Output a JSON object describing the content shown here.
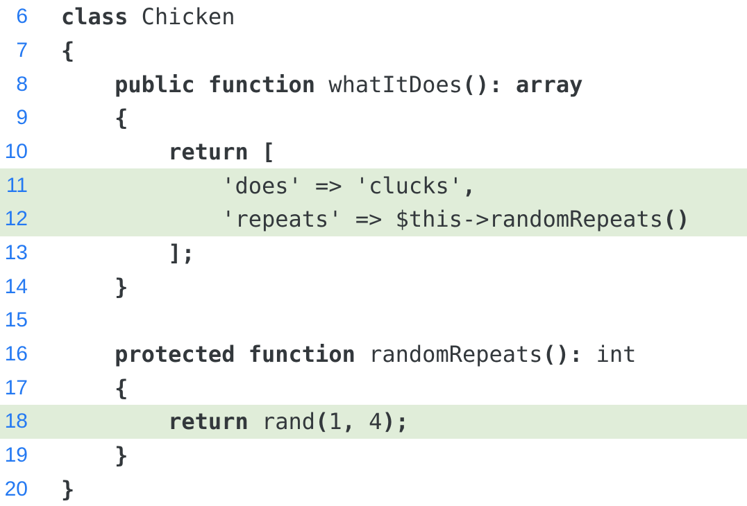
{
  "page": {
    "background": "#ffffff"
  },
  "colors": {
    "line_number": "#2479f2",
    "code_text": "#33383c",
    "highlight_bg": "#e0edd9"
  },
  "code": {
    "language": "php",
    "first_line_number": 6,
    "last_line_number": 20,
    "highlighted_line_numbers": [
      11,
      12,
      18
    ],
    "lines": [
      {
        "num": "6",
        "hl": false,
        "tokens": [
          {
            "t": "class",
            "b": true
          },
          {
            "t": " Chicken",
            "b": false
          }
        ]
      },
      {
        "num": "7",
        "hl": false,
        "tokens": [
          {
            "t": "{",
            "b": true
          }
        ]
      },
      {
        "num": "8",
        "hl": false,
        "tokens": [
          {
            "t": "    ",
            "b": false
          },
          {
            "t": "public function",
            "b": true
          },
          {
            "t": " whatItDoes",
            "b": false
          },
          {
            "t": "():",
            "b": true
          },
          {
            "t": " ",
            "b": false
          },
          {
            "t": "array",
            "b": true
          }
        ]
      },
      {
        "num": "9",
        "hl": false,
        "tokens": [
          {
            "t": "    ",
            "b": false
          },
          {
            "t": "{",
            "b": true
          }
        ]
      },
      {
        "num": "10",
        "hl": false,
        "tokens": [
          {
            "t": "        ",
            "b": false
          },
          {
            "t": "return",
            "b": true
          },
          {
            "t": " ",
            "b": false
          },
          {
            "t": "[",
            "b": true
          }
        ]
      },
      {
        "num": "11",
        "hl": true,
        "tokens": [
          {
            "t": "            'does' => 'clucks'",
            "b": false
          },
          {
            "t": ",",
            "b": true
          }
        ]
      },
      {
        "num": "12",
        "hl": true,
        "tokens": [
          {
            "t": "            'repeats' => $this->randomRepeats",
            "b": false
          },
          {
            "t": "()",
            "b": true
          }
        ]
      },
      {
        "num": "13",
        "hl": false,
        "tokens": [
          {
            "t": "        ",
            "b": false
          },
          {
            "t": "];",
            "b": true
          }
        ]
      },
      {
        "num": "14",
        "hl": false,
        "tokens": [
          {
            "t": "    ",
            "b": false
          },
          {
            "t": "}",
            "b": true
          }
        ]
      },
      {
        "num": "15",
        "hl": false,
        "tokens": []
      },
      {
        "num": "16",
        "hl": false,
        "tokens": [
          {
            "t": "    ",
            "b": false
          },
          {
            "t": "protected function",
            "b": true
          },
          {
            "t": " randomRepeats",
            "b": false
          },
          {
            "t": "():",
            "b": true
          },
          {
            "t": " int",
            "b": false
          }
        ]
      },
      {
        "num": "17",
        "hl": false,
        "tokens": [
          {
            "t": "    ",
            "b": false
          },
          {
            "t": "{",
            "b": true
          }
        ]
      },
      {
        "num": "18",
        "hl": true,
        "tokens": [
          {
            "t": "        ",
            "b": false
          },
          {
            "t": "return",
            "b": true
          },
          {
            "t": " rand",
            "b": false
          },
          {
            "t": "(",
            "b": true
          },
          {
            "t": "1",
            "b": false
          },
          {
            "t": ",",
            "b": true
          },
          {
            "t": " 4",
            "b": false
          },
          {
            "t": ");",
            "b": true
          }
        ]
      },
      {
        "num": "19",
        "hl": false,
        "tokens": [
          {
            "t": "    ",
            "b": false
          },
          {
            "t": "}",
            "b": true
          }
        ]
      },
      {
        "num": "20",
        "hl": false,
        "tokens": [
          {
            "t": "}",
            "b": true
          }
        ]
      }
    ]
  }
}
